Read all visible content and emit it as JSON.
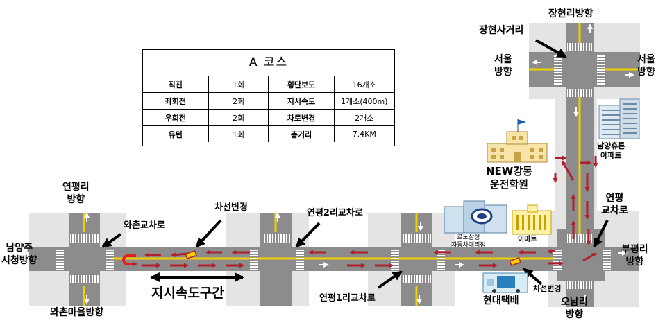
{
  "course_table": {
    "title": "A 코스",
    "rows": [
      {
        "k1": "직진",
        "v1": "1회",
        "k2": "횡단보도",
        "v2": "16개소"
      },
      {
        "k1": "좌회전",
        "v1": "2회",
        "k2": "지시속도",
        "v2": "1개소(400m)"
      },
      {
        "k1": "우회전",
        "v1": "2회",
        "k2": "차로변경",
        "v2": "2개소"
      },
      {
        "k1": "유턴",
        "v1": "1회",
        "k2": "총거리",
        "v2": "7.4KM"
      }
    ]
  },
  "labels": {
    "janghyeonri_dir": "장현리방향",
    "janghyeon_intersection": "장현사거리",
    "seoul_left": "서울\n방향",
    "seoul_right": "서울\n방향",
    "nyh_apt": "남양휴튼\n아파트",
    "new_school": "NEW강동\n운전학원",
    "yeonpyeong_gyocharo": "연평\n교차로",
    "yeonpyeongri_dir": "연평리\n방향",
    "wachon_gyocharo": "와촌교차로",
    "lane_change_1": "차선변경",
    "yeonpyeong2": "연평2리교차로",
    "renault": "르노삼성\n자동차대리점",
    "emart": "이마트",
    "bupyeongri_dir": "부평리\n방향",
    "namyangju_dir": "남양주\n시청방향",
    "speed_zone": "지시속도구간",
    "yeonpyeong1": "연평1리교차로",
    "lane_change_2": "차선변경",
    "hyundai": "현대택배",
    "onamri_dir": "오남리\n방향",
    "wachon_village_dir": "와촌마을방향"
  },
  "colors": {
    "road": "#8c8c8c",
    "curb": "#d0d0d0",
    "sidewalk": "#e4e4e4",
    "center_line": "#f2d000",
    "route_arrow": "#b0202c"
  }
}
